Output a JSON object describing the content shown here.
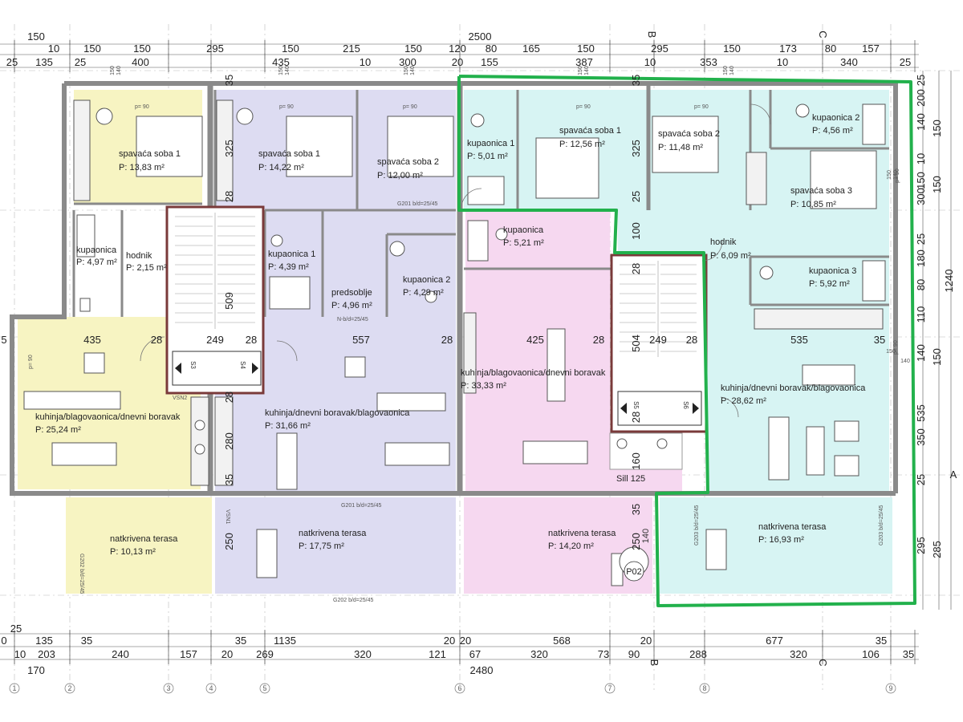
{
  "colors": {
    "yellow": "#f7f4c2",
    "lavender": "#dddcf2",
    "pink": "#f6d8f0",
    "cyan": "#d7f4f3",
    "highlight": "#22b14c",
    "wall": "#8a8a8a",
    "dim_line": "#555555"
  },
  "top_dims": {
    "row1": [
      "150",
      "2500",
      "B",
      "C"
    ],
    "row2": [
      "10",
      "150",
      "150",
      "295",
      "150",
      "215",
      "150",
      "120",
      "80",
      "165",
      "150",
      "295",
      "150",
      "173",
      "80",
      "157"
    ],
    "row3": [
      "25",
      "135",
      "25",
      "400",
      "435",
      "10",
      "300",
      "20",
      "155",
      "387",
      "10",
      "353",
      "10",
      "340",
      "25"
    ],
    "small": [
      "150",
      "140",
      "150",
      "140",
      "150",
      "140",
      "150",
      "140",
      "150",
      "140",
      "150",
      "140",
      "150",
      "140"
    ]
  },
  "bottom_dims": {
    "row1": [
      "25",
      "1135",
      "20",
      "20",
      "568",
      "20",
      "677",
      "35",
      "0",
      "135",
      "35",
      "35"
    ],
    "row2": [
      "10",
      "203",
      "240",
      "157",
      "20",
      "269",
      "320",
      "121",
      "67",
      "320",
      "73",
      "90",
      "288",
      "320",
      "106",
      "35"
    ],
    "row3": [
      "170",
      "2480"
    ],
    "axes": [
      "1",
      "2",
      "3",
      "4",
      "5",
      "6",
      "7",
      "8",
      "9",
      "B",
      "C"
    ]
  },
  "right_dims": {
    "inner": [
      "25",
      "200",
      "140",
      "10",
      "150",
      "300",
      "25",
      "180",
      "80",
      "110",
      "140",
      "535",
      "350",
      "25",
      "295"
    ],
    "outer": [
      "150",
      "150",
      "1240",
      "150",
      "285"
    ],
    "axis_a": "A"
  },
  "left_dims": [
    "5"
  ],
  "interior_dims": {
    "v1": [
      "35",
      "325",
      "28",
      "509",
      "28",
      "280",
      "35",
      "250"
    ],
    "v2": [
      "35",
      "325",
      "25",
      "100",
      "28",
      "504",
      "28",
      "160",
      "35",
      "250",
      "140"
    ],
    "h_left": [
      "435",
      "28",
      "249",
      "28",
      "557",
      "28"
    ],
    "h_right": [
      "425",
      "28",
      "249",
      "28",
      "535",
      "35"
    ],
    "sill": "Sill 125",
    "p02": "P02",
    "stairs": [
      "S3",
      "S4",
      "S5",
      "S6"
    ]
  },
  "door_labels": [
    "p= 90",
    "p= 90",
    "p= 90",
    "p= 90",
    "p= 90",
    "p= 90",
    "p= 90",
    "p= 90"
  ],
  "beam_labels": [
    "G201 b/d=25/45",
    "G201 b/d=25/45",
    "G202 b/d=25/45",
    "G202 b/d=25/45",
    "G203 b/d=25/45",
    "G203 b/d=25/45",
    "N-b/d=25/45",
    "VSN1",
    "VSN2"
  ],
  "rooms": [
    {
      "name": "spavaća soba 1",
      "area": "P:       13,83 m²"
    },
    {
      "name": "spavaća soba 1",
      "area": "P:       14,22 m²"
    },
    {
      "name": "spavaća soba 2",
      "area": "P:       12,00 m²"
    },
    {
      "name": "kupaonica 1",
      "area": "P:     5,01 m²"
    },
    {
      "name": "spavaća soba 1",
      "area": "P:       12,56 m²"
    },
    {
      "name": "spavaća soba 2",
      "area": "P:       11,48 m²"
    },
    {
      "name": "kupaonica 2",
      "area": "P:     4,56 m²"
    },
    {
      "name": "spavaća soba 3",
      "area": "P:       10,85 m²"
    },
    {
      "name": "kupaonica",
      "area": "P:  4,97 m²"
    },
    {
      "name": "hodnik",
      "area": "P:  2,15 m²"
    },
    {
      "name": "kupaonica 1",
      "area": "P:     4,39 m²"
    },
    {
      "name": "predsoblje",
      "area": "P:  4,96 m²"
    },
    {
      "name": "kupaonica 2",
      "area": "P:     4,29 m²"
    },
    {
      "name": "kupaonica",
      "area": "P:     5,21 m²"
    },
    {
      "name": "hodnik",
      "area": "P:  6,09 m²"
    },
    {
      "name": "kupaonica 3",
      "area": "P:     5,92 m²"
    },
    {
      "name": "kuhinja/blagovaonica/dnevni boravak",
      "area": "P:                         25,24 m²"
    },
    {
      "name": "kuhinja/dnevni boravak/blagovaonica",
      "area": "P:                         31,66 m²"
    },
    {
      "name": "kuhinja/blagovaonica/dnevni boravak",
      "area": "P:                         33,33 m²"
    },
    {
      "name": "kuhinja/dnevni boravak/blagovaonica",
      "area": "P:                         28,62 m²"
    },
    {
      "name": "natkrivena terasa",
      "area": "P:       10,13 m²"
    },
    {
      "name": "natkrivena terasa",
      "area": "P:       17,75 m²"
    },
    {
      "name": "natkrivena terasa",
      "area": "P:       14,20 m²"
    },
    {
      "name": "natkrivena terasa",
      "area": "P:       16,93 m²"
    }
  ]
}
